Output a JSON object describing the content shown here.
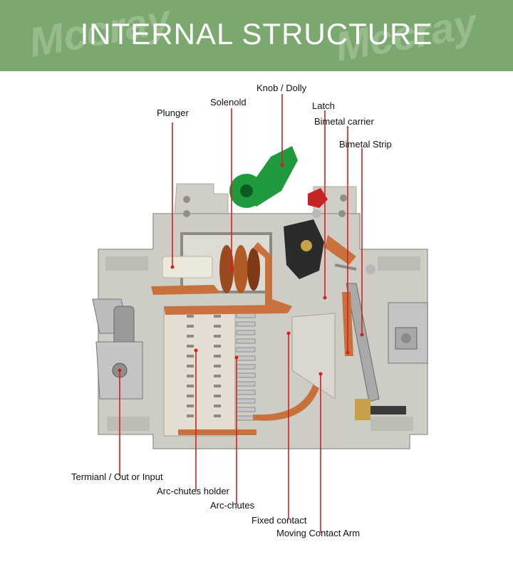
{
  "header": {
    "title": "INTERNAL STRUCTURE",
    "watermark": "Mccray",
    "background_color": "#7ba86f"
  },
  "labels": {
    "knob": "Knob / Dolly",
    "solenoid": "Solenold",
    "plunger": "Plunger",
    "latch": "Latch",
    "bimetal_carrier": "Bimetal carrier",
    "bimetal_strip": "Bimetal Strip",
    "terminal": "Termianl / Out or Input",
    "arc_chutes_holder": "Arc-chutes holder",
    "arc_chutes": "Arc-chutes",
    "fixed_contact": "Fixed contact",
    "moving_contact_arm": "Moving Contact Arm"
  },
  "colors": {
    "leader_line": "#d42020",
    "housing": "#c9c9c1",
    "knob": "#1f9a3c",
    "copper": "#c8713d"
  }
}
